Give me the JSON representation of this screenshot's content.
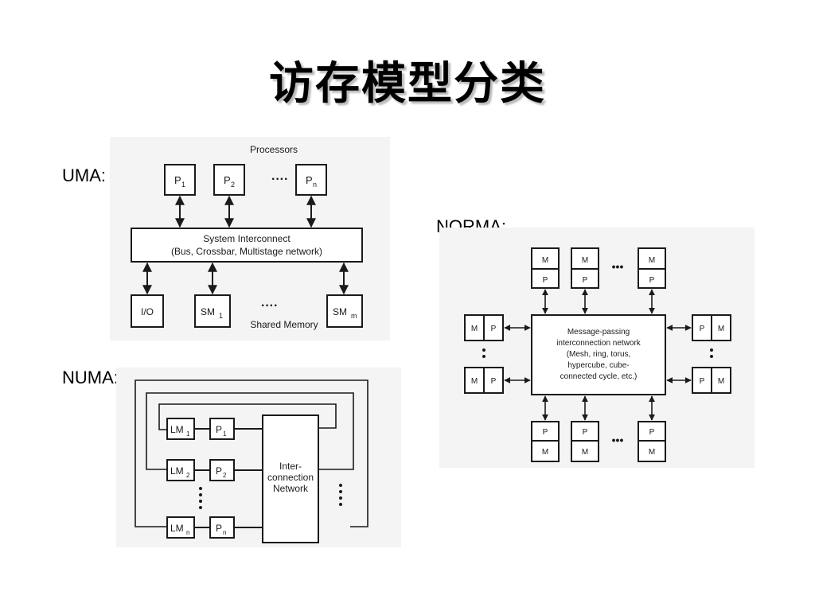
{
  "slide": {
    "title": "访存模型分类"
  },
  "uma": {
    "label": "UMA:",
    "processors_caption": "Processors",
    "processors": [
      {
        "base": "P",
        "sub": "1"
      },
      {
        "base": "P",
        "sub": "2"
      },
      {
        "base": "P",
        "sub": "n"
      }
    ],
    "ellipsis": "····",
    "interconnect_line1": "System Interconnect",
    "interconnect_line2": "(Bus, Crossbar, Multistage network)",
    "io_label": "I/O",
    "shared_memories": [
      {
        "base": "SM",
        "sub": "1"
      },
      {
        "base": "SM",
        "sub": "m"
      }
    ],
    "shared_memory_caption": "Shared Memory"
  },
  "numa": {
    "label": "NUMA:",
    "local_memories": [
      {
        "base": "LM",
        "sub": "1"
      },
      {
        "base": "LM",
        "sub": "2"
      },
      {
        "base": "LM",
        "sub": "n"
      }
    ],
    "processors": [
      {
        "base": "P",
        "sub": "1"
      },
      {
        "base": "P",
        "sub": "2"
      },
      {
        "base": "P",
        "sub": "n"
      }
    ],
    "network_lines": [
      "Inter-",
      "connection",
      "Network"
    ]
  },
  "norma": {
    "label": "NORMA:",
    "memory_label": "M",
    "processor_label": "P",
    "ellipsis": "•••",
    "network_lines": [
      "Message-passing",
      "interconnection network",
      "(Mesh, ring, torus,",
      "hypercube, cube-",
      "connected cycle, etc.)"
    ]
  }
}
